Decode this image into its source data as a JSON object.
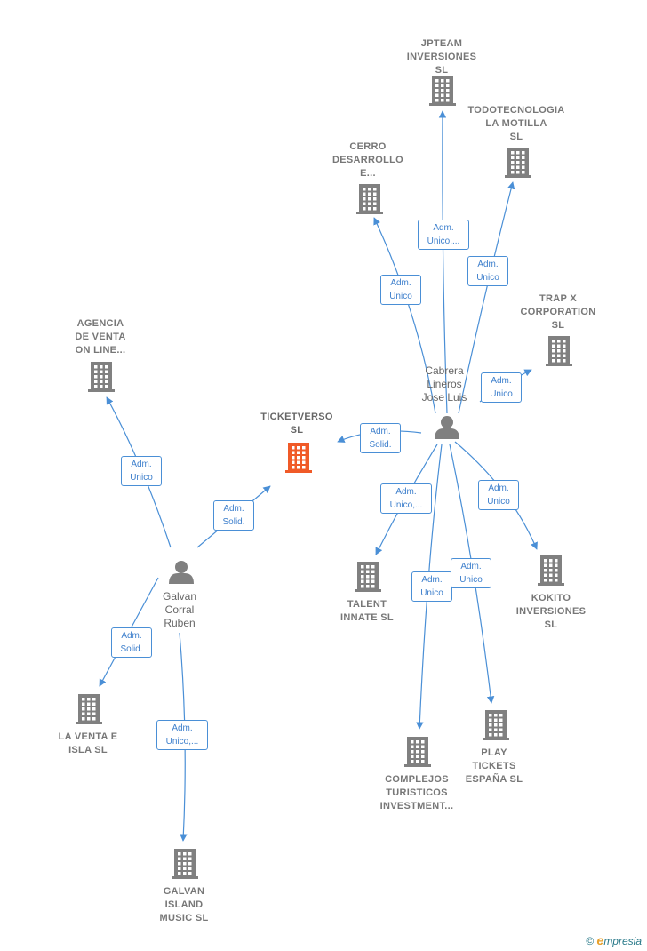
{
  "colors": {
    "edge": "#4a8fd6",
    "company": "#808080",
    "highlight": "#f05a28",
    "person": "#808080"
  },
  "companies": [
    {
      "id": "jpteam",
      "label": "JPTEAM\nINVERSIONES\nSL",
      "icon": "building-icon"
    },
    {
      "id": "todotecnologia",
      "label": "TODOTECNOLOGIA\nLA MOTILLA\nSL",
      "icon": "building-icon"
    },
    {
      "id": "cerro",
      "label": "CERRO\nDESARROLLO\nE...",
      "icon": "building-icon"
    },
    {
      "id": "trapx",
      "label": "TRAP X\nCORPORATION\nSL",
      "icon": "building-icon"
    },
    {
      "id": "agencia",
      "label": "AGENCIA\nDE VENTA\nON LINE...",
      "icon": "building-icon"
    },
    {
      "id": "ticketverso",
      "label": "TICKETVERSO\nSL",
      "icon": "building-icon",
      "highlight": true
    },
    {
      "id": "talent",
      "label": "TALENT\nINNATE SL",
      "icon": "building-icon"
    },
    {
      "id": "kokito",
      "label": "KOKITO\nINVERSIONES\nSL",
      "icon": "building-icon"
    },
    {
      "id": "laventa",
      "label": "LA VENTA E\nISLA SL",
      "icon": "building-icon"
    },
    {
      "id": "complejos",
      "label": "COMPLEJOS\nTURISTICOS\nINVESTMENT...",
      "icon": "building-icon"
    },
    {
      "id": "play",
      "label": "PLAY\nTICKETS\nESPAÑA SL",
      "icon": "building-icon"
    },
    {
      "id": "galvanisland",
      "label": "GALVAN\nISLAND\nMUSIC SL",
      "icon": "building-icon"
    }
  ],
  "persons": [
    {
      "id": "cabrera",
      "label": "Cabrera\nLineros\nJose Luis",
      "icon": "person-icon"
    },
    {
      "id": "galvan",
      "label": "Galvan\nCorral\nRuben",
      "icon": "person-icon"
    }
  ],
  "edges": [
    {
      "from": "cabrera",
      "to": "jpteam",
      "label": "Adm.\nUnico,..."
    },
    {
      "from": "cabrera",
      "to": "todotecnologia",
      "label": "Adm.\nUnico"
    },
    {
      "from": "cabrera",
      "to": "cerro",
      "label": "Adm.\nUnico"
    },
    {
      "from": "cabrera",
      "to": "trapx",
      "label": "Adm.\nUnico"
    },
    {
      "from": "cabrera",
      "to": "ticketverso",
      "label": "Adm.\nSolid."
    },
    {
      "from": "cabrera",
      "to": "talent",
      "label": "Adm.\nUnico,..."
    },
    {
      "from": "cabrera",
      "to": "kokito",
      "label": "Adm.\nUnico"
    },
    {
      "from": "cabrera",
      "to": "complejos",
      "label": "Adm.\nUnico"
    },
    {
      "from": "cabrera",
      "to": "play",
      "label": "Adm.\nUnico"
    },
    {
      "from": "galvan",
      "to": "agencia",
      "label": "Adm.\nUnico"
    },
    {
      "from": "galvan",
      "to": "ticketverso",
      "label": "Adm.\nSolid."
    },
    {
      "from": "galvan",
      "to": "laventa",
      "label": "Adm.\nSolid."
    },
    {
      "from": "galvan",
      "to": "galvanisland",
      "label": "Adm.\nUnico,..."
    }
  ],
  "footer": {
    "copyright": "©",
    "brand_initial": "e",
    "brand_rest": "mpresia"
  }
}
